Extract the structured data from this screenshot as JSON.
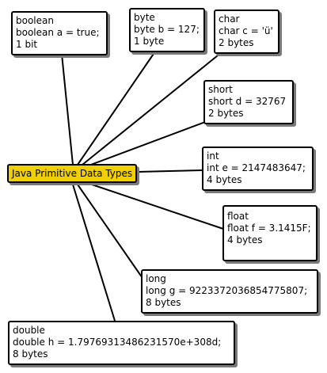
{
  "root": {
    "label": "Java Primitive Data Types",
    "color": "#f0d000"
  },
  "nodes": [
    {
      "name": "boolean",
      "declaration": "boolean a = true;",
      "size": "1 bit"
    },
    {
      "name": "byte",
      "declaration": "byte b = 127;",
      "size": "1 byte"
    },
    {
      "name": "char",
      "declaration": "char c = 'ü'",
      "size": "2 bytes"
    },
    {
      "name": "short",
      "declaration": "short d = 32767",
      "size": "2 bytes"
    },
    {
      "name": "int",
      "declaration": "int e = 2147483647;",
      "size": "4 bytes"
    },
    {
      "name": "float",
      "declaration": "float f = 3.1415F;",
      "size": "4 bytes"
    },
    {
      "name": "long",
      "declaration": "long g = 9223372036854775807;",
      "size": "8 bytes"
    },
    {
      "name": "double",
      "declaration": "double h = 1.79769313486231570e+308d;",
      "size": "8 bytes"
    }
  ]
}
